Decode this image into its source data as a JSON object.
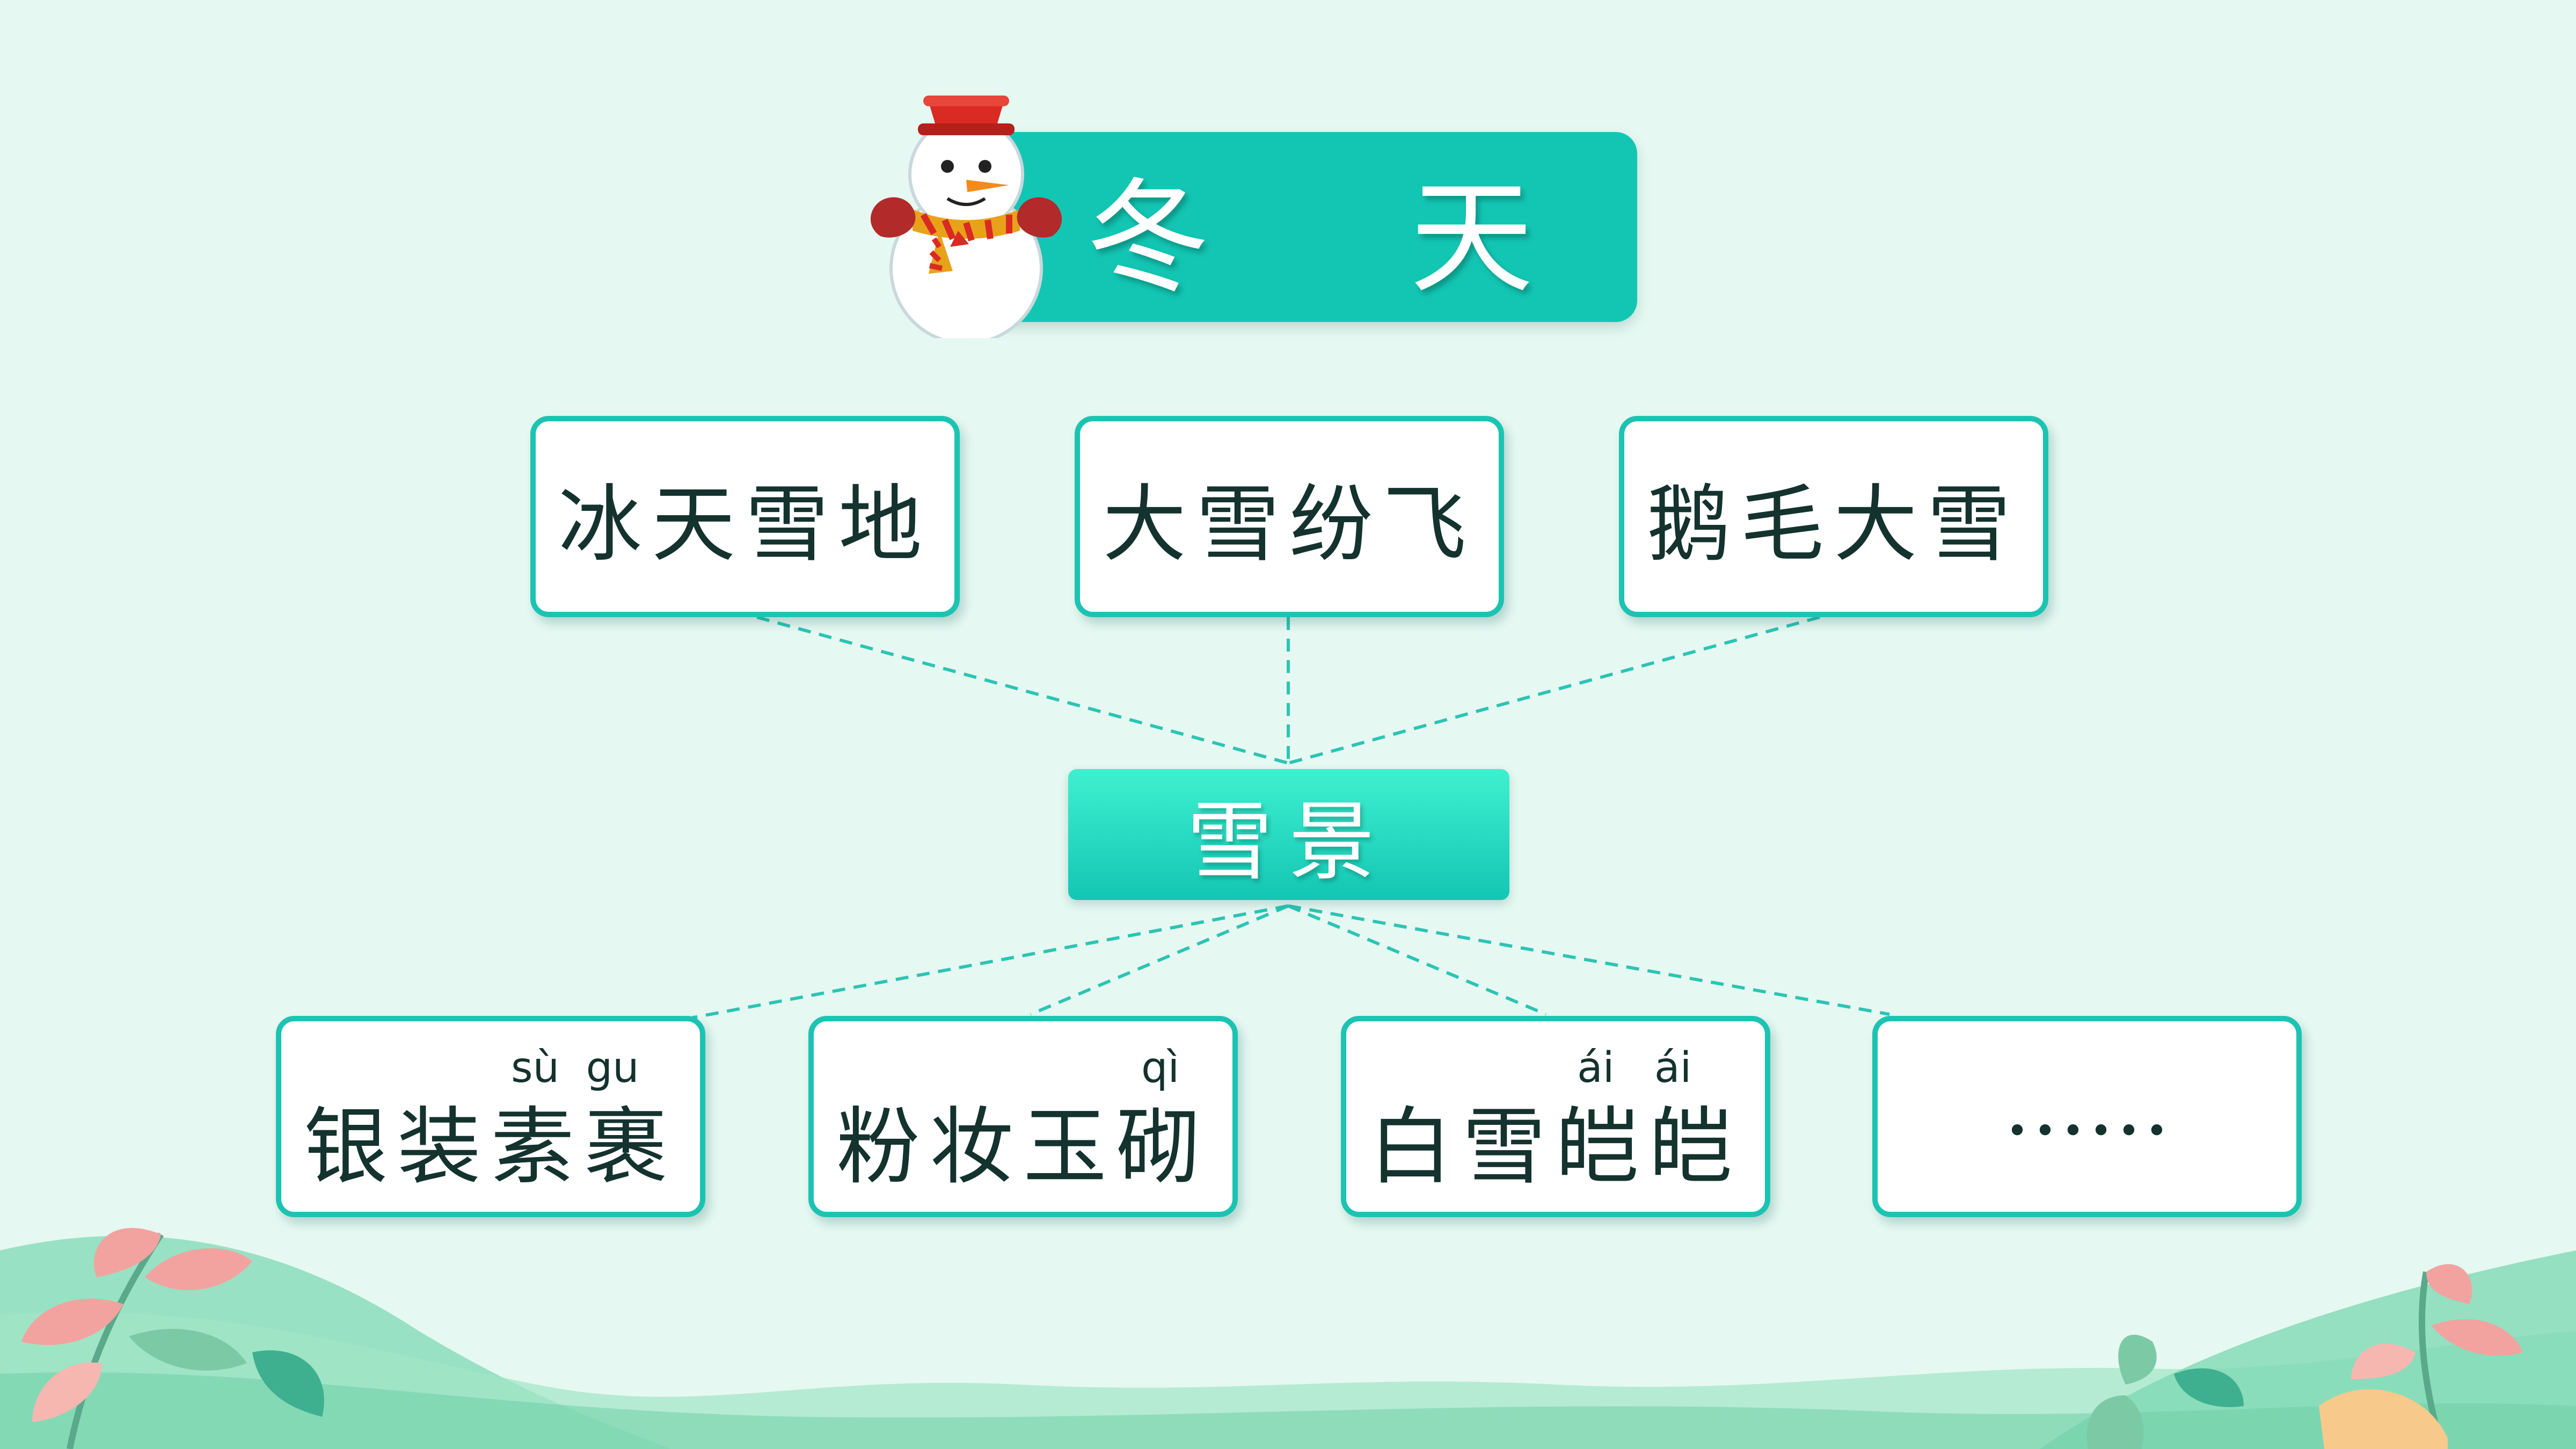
{
  "title": "冬 天",
  "center": "雪景",
  "top_row": [
    {
      "label": "冰天雪地"
    },
    {
      "label": "大雪纷飞"
    },
    {
      "label": "鹅毛大雪"
    }
  ],
  "bottom_row": [
    {
      "label": "银装素裹",
      "pinyin": "sù  gu"
    },
    {
      "label": "粉妆玉砌",
      "pinyin": "qì"
    },
    {
      "label": "白雪皑皑",
      "pinyin": "ái   ái"
    },
    {
      "label": "……"
    }
  ],
  "colors": {
    "accent": "#13c6b4",
    "border": "#1cc3b2",
    "background": "#e6f8f2",
    "text": "#14322e"
  },
  "icons": [
    "snowman-icon",
    "leaf-decoration-icon"
  ]
}
